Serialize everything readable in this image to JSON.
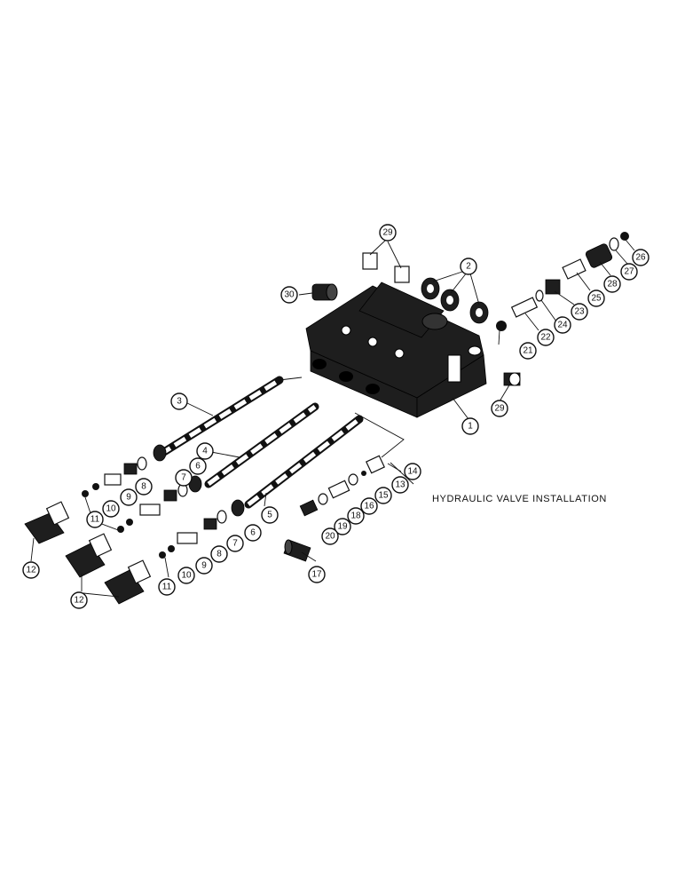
{
  "title": "HYDRAULIC VALVE INSTALLATION",
  "callouts": {
    "c1": "1",
    "c2": "2",
    "c3": "3",
    "c4": "4",
    "c5": "5",
    "c6a": "6",
    "c6b": "6",
    "c7a": "7",
    "c7b": "7",
    "c8a": "8",
    "c8b": "8",
    "c9a": "9",
    "c9b": "9",
    "c10a": "10",
    "c10b": "10",
    "c11a": "11",
    "c11b": "11",
    "c12a": "12",
    "c12b": "12",
    "c13": "13",
    "c14": "14",
    "c15": "15",
    "c16": "16",
    "c17": "17",
    "c18": "18",
    "c19": "19",
    "c20": "20",
    "c21": "21",
    "c22": "22",
    "c23": "23",
    "c24": "24",
    "c25": "25",
    "c26": "26",
    "c27": "27",
    "c28": "28",
    "c29a": "29",
    "c29b": "29",
    "c30": "30"
  }
}
